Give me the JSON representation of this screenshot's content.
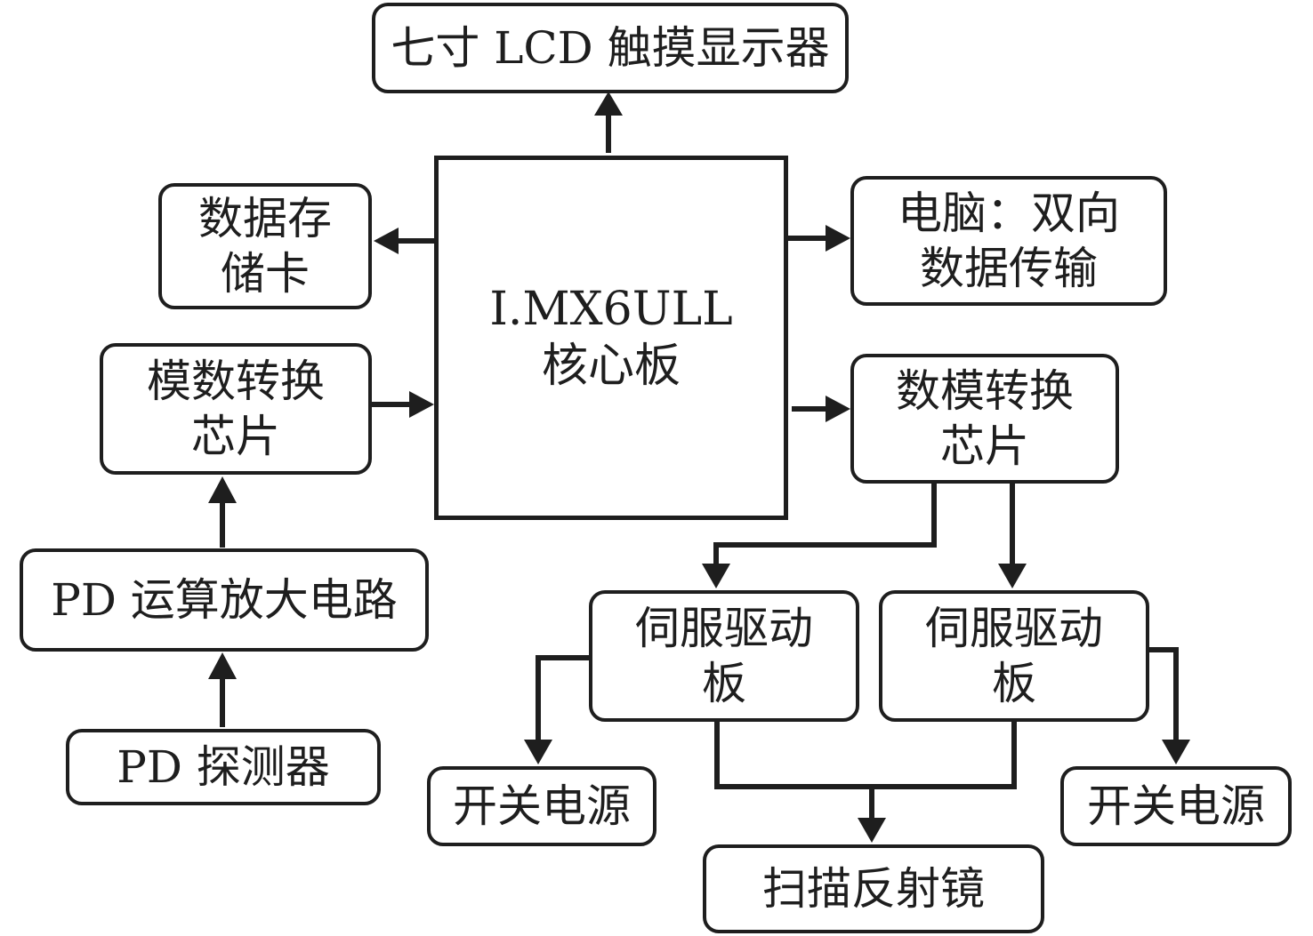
{
  "nodes": {
    "lcd": "七寸 LCD 触摸显示器",
    "core": "I.MX6ULL\n核心板",
    "storage": "数据存\n储卡",
    "pc": "电脑：双向\n数据传输",
    "adc": "模数转换\n芯片",
    "dac": "数模转换\n芯片",
    "pd_amp": "PD 运算放大电路",
    "pd_detector": "PD 探测器",
    "servo_left": "伺服驱动\n板",
    "servo_right": "伺服驱动\n板",
    "psu_left": "开关电源",
    "psu_right": "开关电源",
    "mirror": "扫描反射镜"
  }
}
